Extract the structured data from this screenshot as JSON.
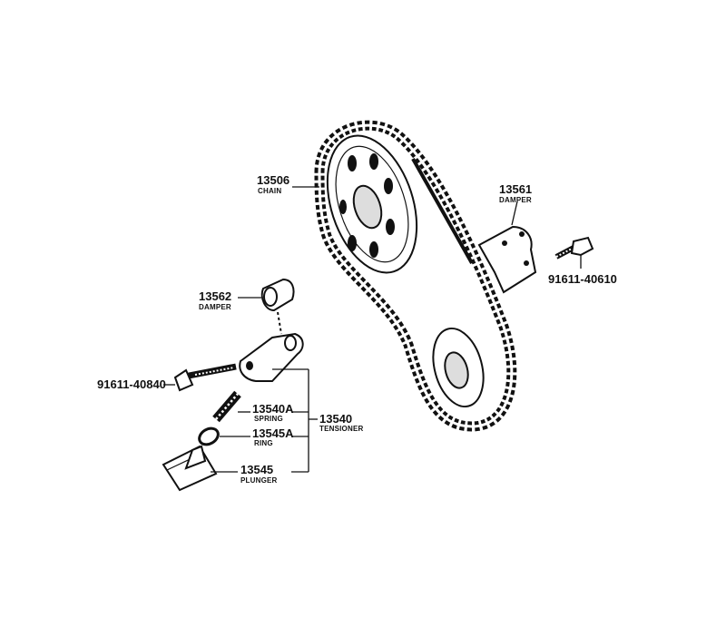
{
  "labels": {
    "chain": {
      "number": "13506",
      "name": "CHAIN"
    },
    "damper_rt": {
      "number": "13561",
      "name": "DAMPER"
    },
    "bolt_rt": {
      "number": "91611-40610",
      "name": ""
    },
    "damper_lt": {
      "number": "13562",
      "name": "DAMPER"
    },
    "bolt_lt": {
      "number": "91611-40840",
      "name": ""
    },
    "spring": {
      "number": "13540A",
      "name": "SPRING"
    },
    "ring": {
      "number": "13545A",
      "name": "RING"
    },
    "plunger": {
      "number": "13545",
      "name": "PLUNGER"
    },
    "tensioner": {
      "number": "13540",
      "name": "TENSIONER"
    }
  }
}
